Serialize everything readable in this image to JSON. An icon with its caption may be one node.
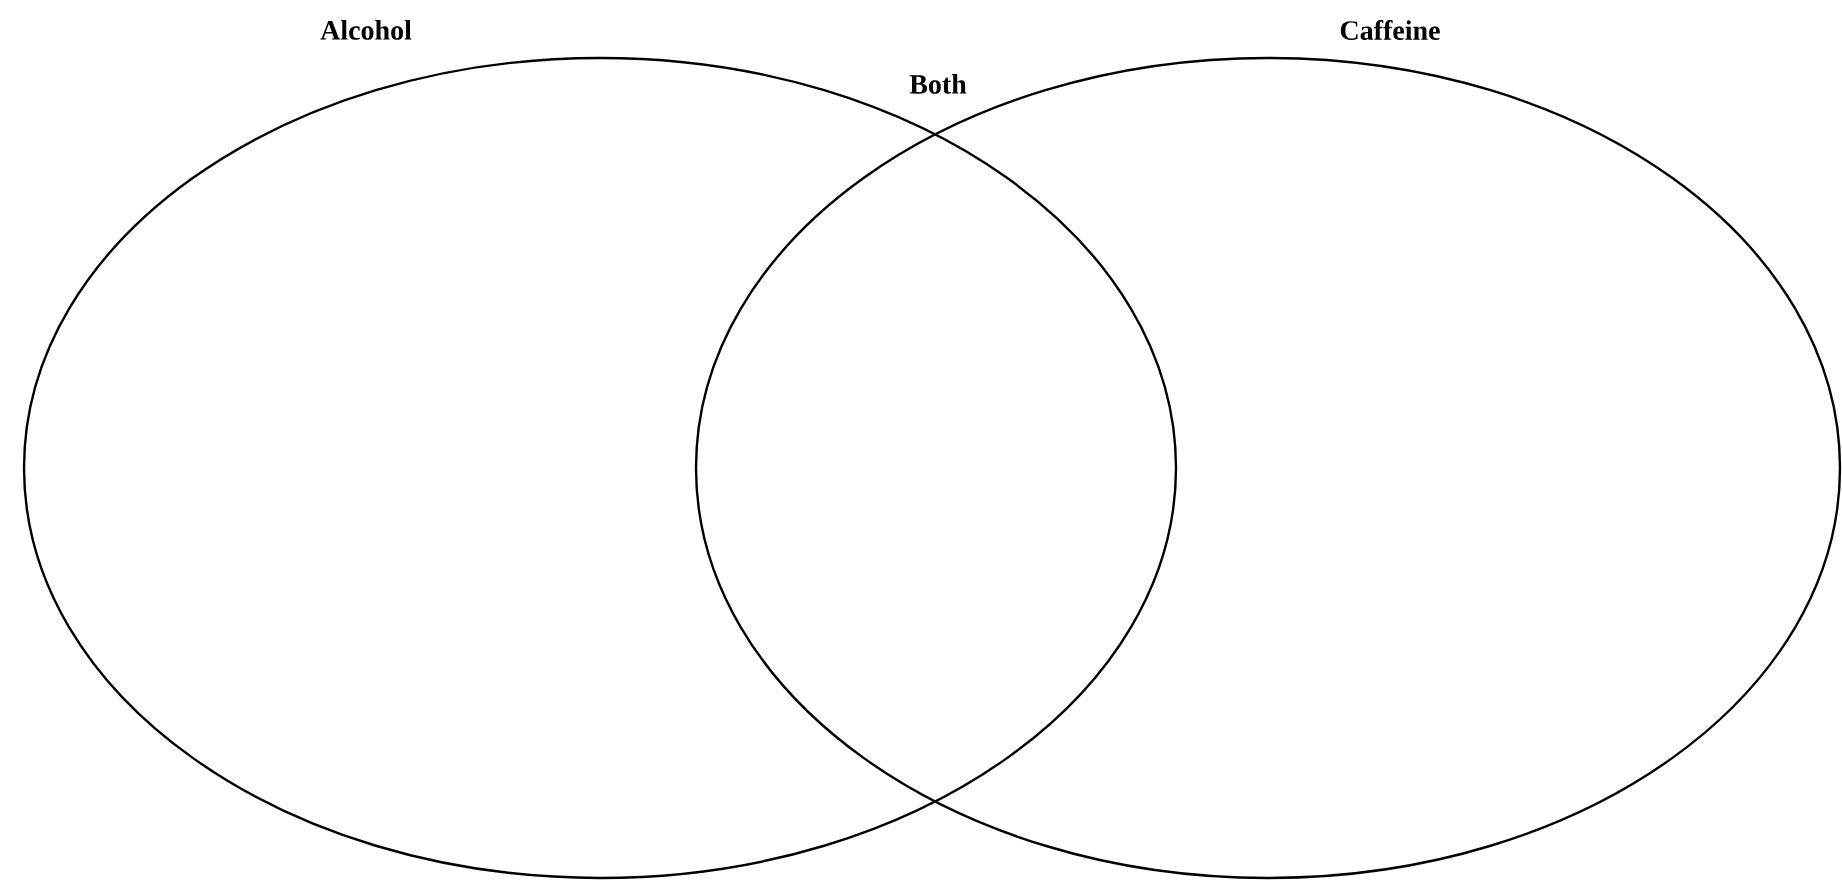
{
  "diagram": {
    "nodes": [
      {
        "text": [
          "Alcohol"
        ]
      },
      {
        "text": [
          "Caffeine"
        ]
      }
    ],
    "labels": [
      "Both"
    ]
  }
}
